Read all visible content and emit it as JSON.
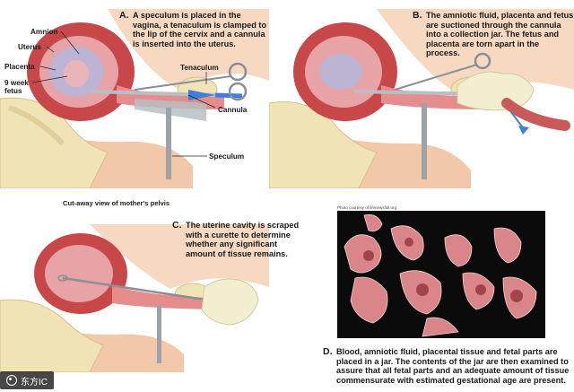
{
  "panels": {
    "a": {
      "letter": "A.",
      "text": "A speculum is placed in the\nvagina, a tenaculum is clamped to\nthe lip of the cervix and a cannula\nis inserted into the uterus.",
      "labels": {
        "amnion": "Amnion",
        "uterus": "Uterus",
        "placenta": "Placenta",
        "fetus": "9 week\nfetus",
        "tenaculum": "Tenaculum",
        "cannula": "Cannula",
        "speculum": "Speculum"
      },
      "footnote": "Cut-away view of mother's pelvis"
    },
    "b": {
      "letter": "B.",
      "text": "The amniotic fluid, placenta and fetus\nare suctioned through the cannula\ninto a collection jar. The fetus and\nplacenta are torn apart in the process."
    },
    "c": {
      "letter": "C.",
      "text": "The uterine cavity is scraped\nwith a curette to determine\nwhether any significant\namount of tissue remains."
    },
    "d": {
      "letter": "D.",
      "text": "Blood, amniotic fluid, placental tissue and fetal parts are\nplaced in a jar. The contents of the jar are then examined to\nassure that all fetal parts and an adequate amount of tissue\ncommensurate with estimated gestational age are present.",
      "photo_credit": "Photo courtesy of lifenewsfull.org"
    }
  },
  "watermark": {
    "text": "东方IC",
    "icon": "logo-icon"
  },
  "colors": {
    "uterus": "#c8484a",
    "uterus_inner": "#e7a3a6",
    "skin": "#f3c8a8",
    "bone": "#f0e3b6",
    "instrument": "#b9bec4",
    "arrow": "#3f7fd6",
    "glove": "#f1efcf",
    "tube": "#c85a5a",
    "tissue_bg": "#0b0b0b",
    "tissue": "#d9858a"
  }
}
